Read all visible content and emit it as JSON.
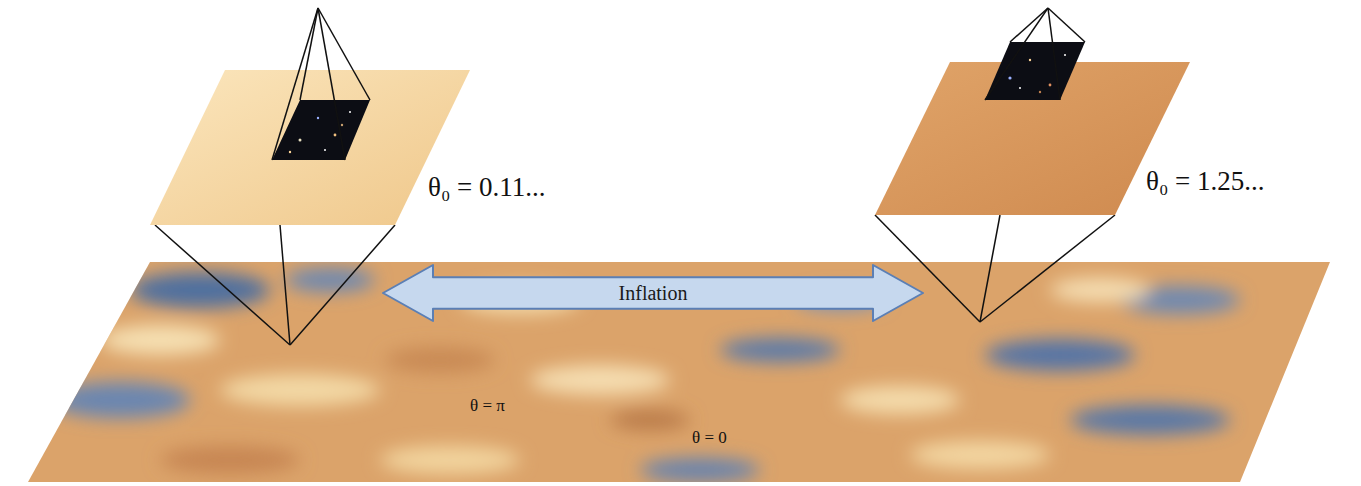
{
  "diagram": {
    "nodes": [
      {
        "text": [
          "Inflation"
        ]
      }
    ],
    "labels": [
      "θ₀ = 0.11...",
      "θ₀ = 1.25...",
      "θ = π",
      "θ = 0"
    ]
  }
}
